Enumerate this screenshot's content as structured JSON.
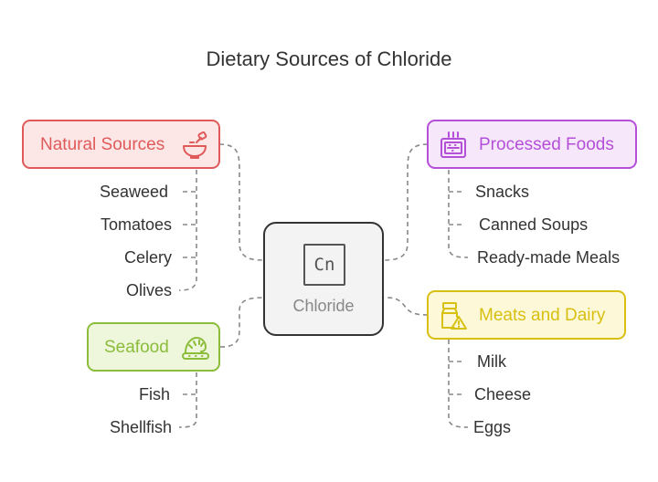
{
  "title": "Dietary Sources of Chloride",
  "center": {
    "label": "Chloride",
    "icon_text": "Cn",
    "icon": "element-tile-icon"
  },
  "categories": {
    "natural": {
      "label": "Natural Sources",
      "icon": "bowl-icon",
      "color": "#e05a5a",
      "fill": "#fde6e6",
      "items": [
        "Seaweed",
        "Tomatoes",
        "Celery",
        "Olives"
      ]
    },
    "seafood": {
      "label": "Seafood",
      "icon": "shrimp-icon",
      "color": "#8bbd3a",
      "fill": "#eef6dc",
      "items": [
        "Fish",
        "Shellfish"
      ]
    },
    "processed": {
      "label": "Processed Foods",
      "icon": "microwave-meal-icon",
      "color": "#b44fd8",
      "fill": "#f6e7fb",
      "items": [
        "Snacks",
        "Canned Soups",
        "Ready-made Meals"
      ]
    },
    "meats": {
      "label": "Meats and Dairy",
      "icon": "milk-warning-icon",
      "color": "#d8c012",
      "fill": "#fdf8d7",
      "items": [
        "Milk",
        "Cheese",
        "Eggs"
      ]
    }
  }
}
